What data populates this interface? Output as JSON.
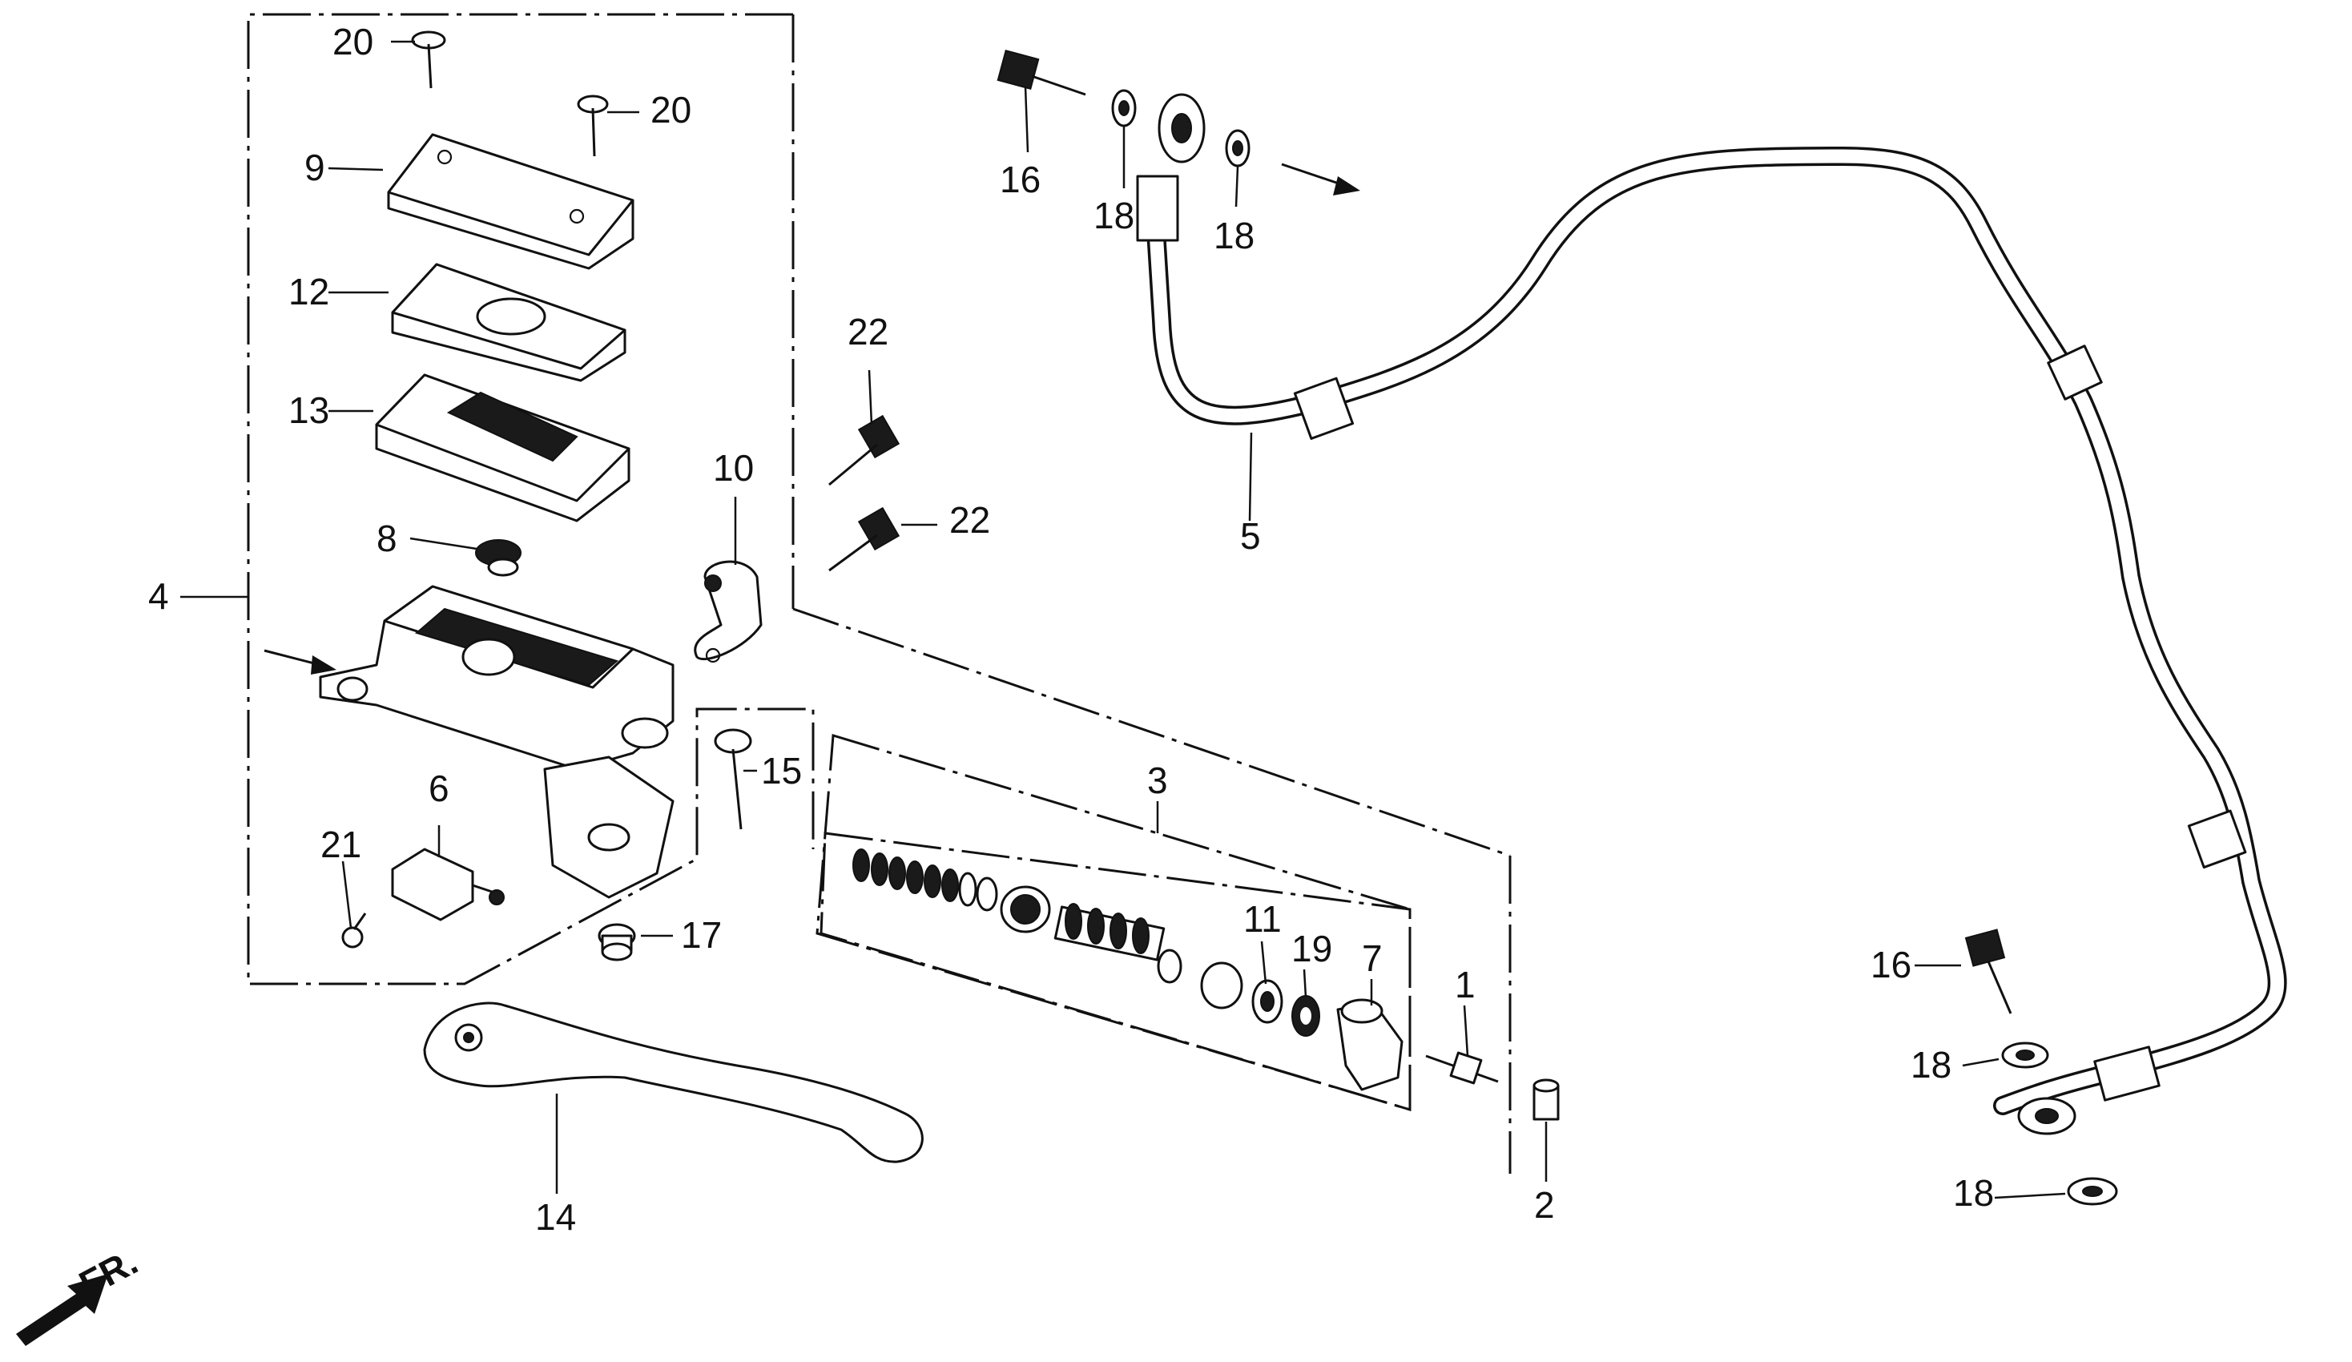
{
  "labels": {
    "p1": "1",
    "p2": "2",
    "p3": "3",
    "p4": "4",
    "p5": "5",
    "p6": "6",
    "p7": "7",
    "p8": "8",
    "p9": "9",
    "p10": "10",
    "p11": "11",
    "p12": "12",
    "p13": "13",
    "p14": "14",
    "p15": "15",
    "p16a": "16",
    "p16b": "16",
    "p17": "17",
    "p18a": "18",
    "p18b": "18",
    "p18c": "18",
    "p18d": "18",
    "p19": "19",
    "p20a": "20",
    "p20b": "20",
    "p21": "21",
    "p22a": "22",
    "p22b": "22",
    "front": "FR."
  },
  "icons": {
    "front_arrow": "front-direction-arrow-icon",
    "flow_arrow": "flow-direction-arrow-icon"
  },
  "colors": {
    "ink": "#111111",
    "paper": "#ffffff"
  }
}
